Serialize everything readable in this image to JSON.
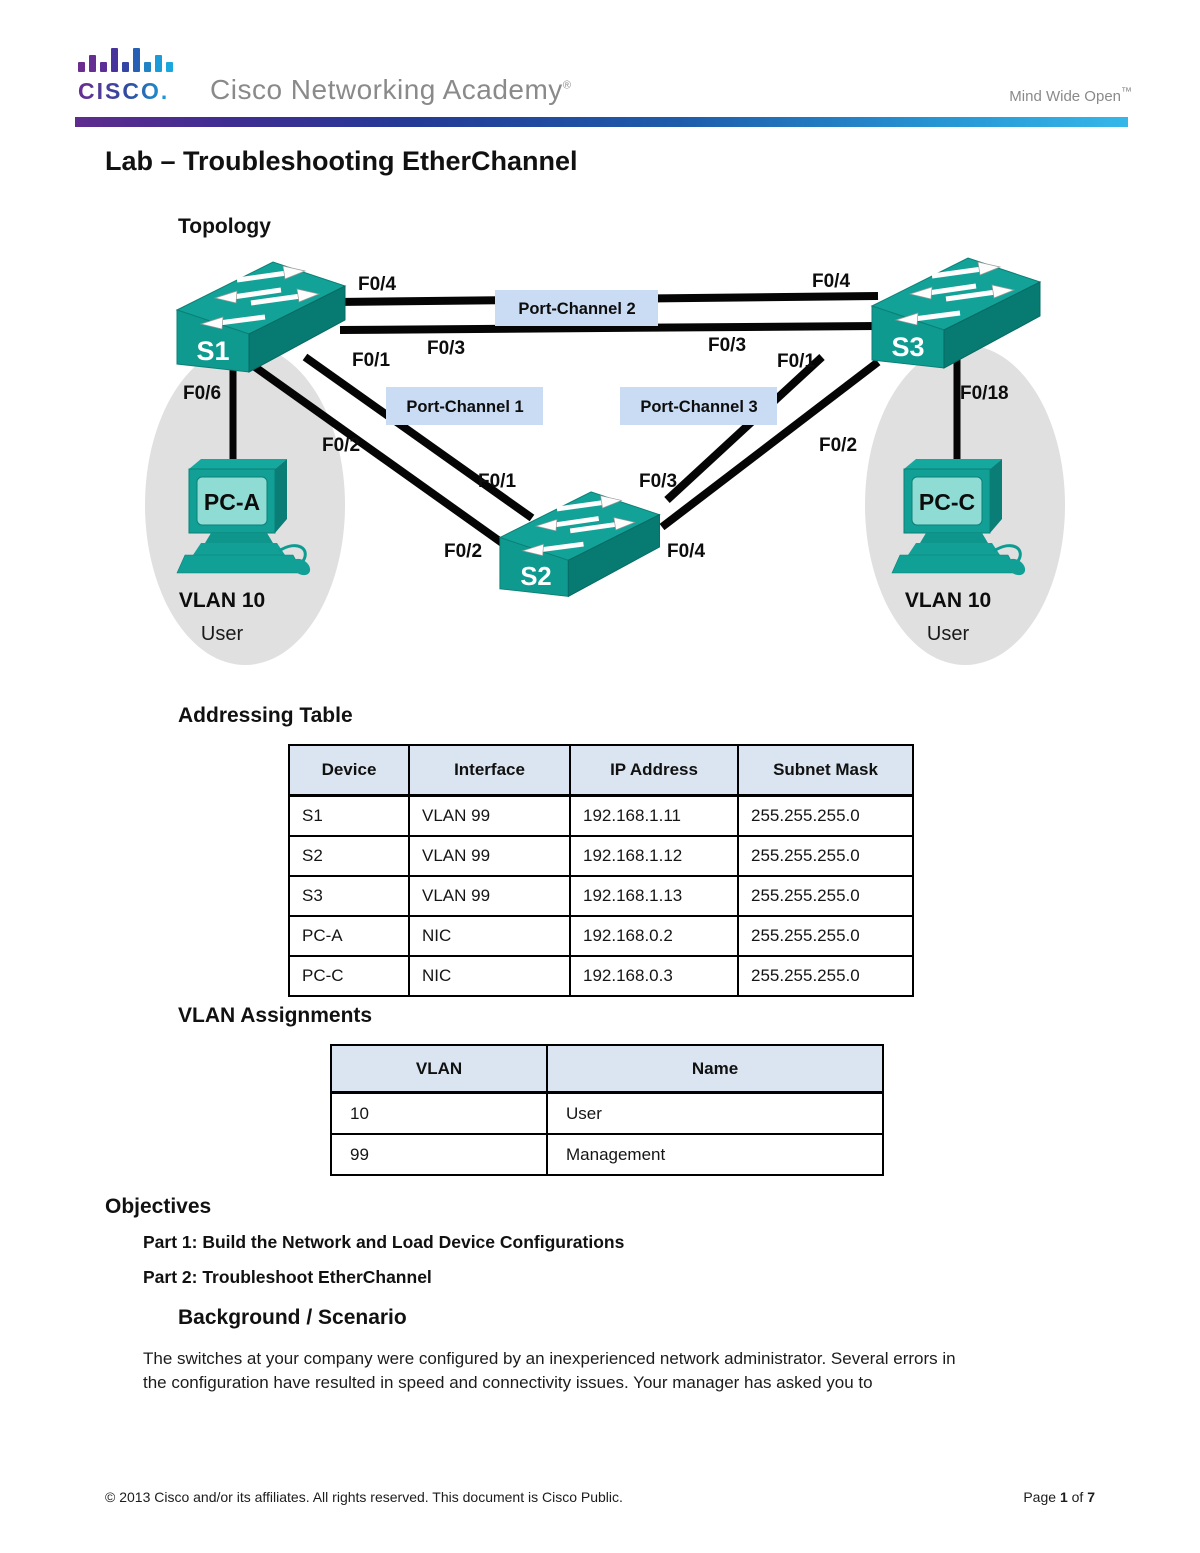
{
  "header": {
    "brand": "CISCO.",
    "academy": "Cisco Networking Academy",
    "academy_mark": "®",
    "tagline": "Mind Wide Open",
    "tagline_mark": "™"
  },
  "title": "Lab – Troubleshooting EtherChannel",
  "topology": {
    "heading": "Topology",
    "devices": {
      "s1": "S1",
      "s2": "S2",
      "s3": "S3",
      "pca": "PC-A",
      "pcc": "PC-C"
    },
    "port_channels": {
      "pc1": "Port-Channel 1",
      "pc2": "Port-Channel 2",
      "pc3": "Port-Channel 3"
    },
    "port_labels": {
      "s1_f04": "F0/4",
      "s1_f03": "F0/3",
      "s1_f01": "F0/1",
      "s1_f02": "F0/2",
      "pca_link": "F0/6",
      "pcc_link": "F0/18",
      "s3_f04": "F0/4",
      "s3_f03": "F0/3",
      "s3_f01": "F0/1",
      "s3_f02": "F0/2",
      "s2_f01": "F0/1",
      "s2_f02": "F0/2",
      "s2_f03": "F0/3",
      "s2_f04": "F0/4"
    },
    "zones": {
      "left": {
        "vlan": "VLAN 10",
        "role": "User"
      },
      "right": {
        "vlan": "VLAN 10",
        "role": "User"
      }
    }
  },
  "addressing_table": {
    "heading": "Addressing Table",
    "columns": [
      "Device",
      "Interface",
      "IP Address",
      "Subnet Mask"
    ],
    "rows": [
      [
        "S1",
        "VLAN 99",
        "192.168.1.11",
        "255.255.255.0"
      ],
      [
        "S2",
        "VLAN 99",
        "192.168.1.12",
        "255.255.255.0"
      ],
      [
        "S3",
        "VLAN 99",
        "192.168.1.13",
        "255.255.255.0"
      ],
      [
        "PC-A",
        "NIC",
        "192.168.0.2",
        "255.255.255.0"
      ],
      [
        "PC-C",
        "NIC",
        "192.168.0.3",
        "255.255.255.0"
      ]
    ]
  },
  "vlan_table": {
    "heading": "VLAN Assignments",
    "columns": [
      "VLAN",
      "Name"
    ],
    "rows": [
      [
        "10",
        "User"
      ],
      [
        "99",
        "Management"
      ]
    ]
  },
  "objectives": {
    "heading": "Objectives",
    "parts": [
      "Part 1: Build the Network and Load Device Configurations",
      "Part 2: Troubleshoot EtherChannel"
    ]
  },
  "background": {
    "heading": "Background / Scenario",
    "text": "The switches at your company were configured by an inexperienced network administrator. Several errors in\nthe configuration have resulted in speed and connectivity issues. Your manager has asked you to"
  },
  "footer": {
    "copyright": "© 2013 Cisco and/or its affiliates. All rights reserved. This document is Cisco Public.",
    "page": {
      "prefix": "Page",
      "number": "1",
      "of": "of",
      "total": "7"
    }
  },
  "colors": {
    "teal": "#12A298",
    "teal_dark": "#077A72",
    "screen": "#8FDCD4",
    "label_box": "#C9DCF3",
    "table_header": "#DBE5F1",
    "bar_gradient_start": "#5E2C8E",
    "bar_gradient_end": "#35B7E9"
  }
}
